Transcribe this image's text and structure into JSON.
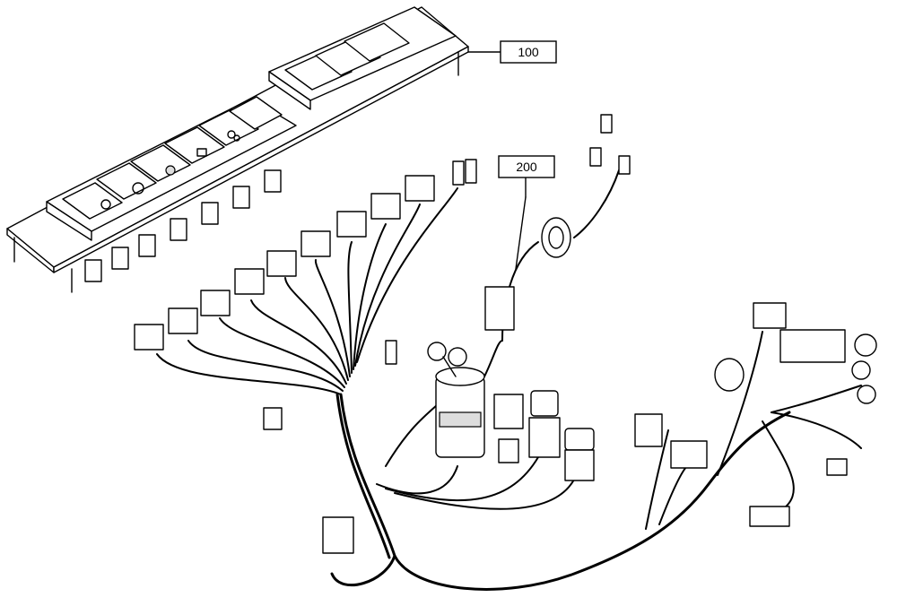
{
  "callouts": [
    {
      "id": "100",
      "label": "100"
    },
    {
      "id": "200",
      "label": "200"
    }
  ]
}
